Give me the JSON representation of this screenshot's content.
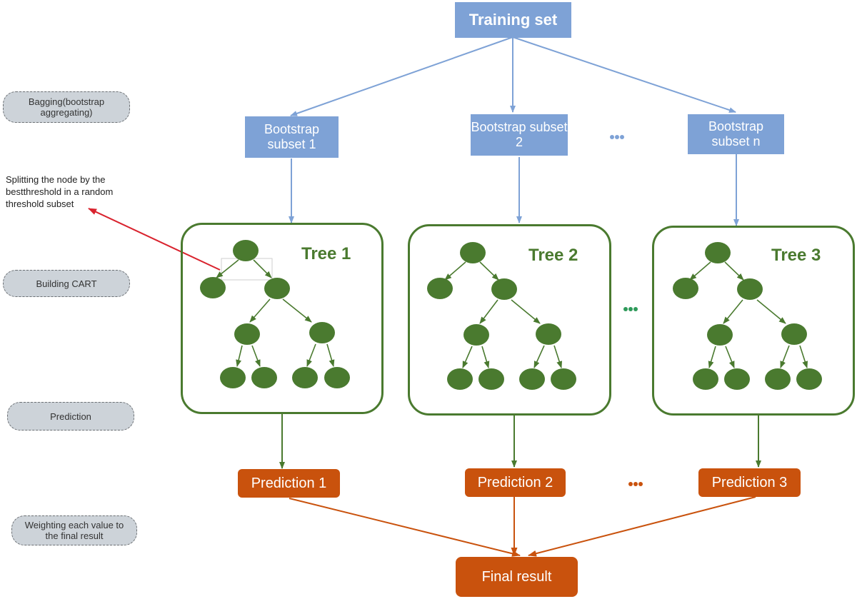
{
  "top": {
    "title": "Training set"
  },
  "side_labels": {
    "bagging": "Bagging(bootstrap aggregating)",
    "building": "Building CART",
    "prediction": "Prediction",
    "weighting": "Weighting each value to the final result"
  },
  "note": "Splitting the node by the bestthreshold in a random threshold subset",
  "subsets": {
    "s1": "Bootstrap subset 1",
    "s2": "Bootstrap subset 2",
    "s3": "Bootstrap subset n"
  },
  "trees": {
    "t1": "Tree 1",
    "t2": "Tree 2",
    "t3": "Tree 3"
  },
  "predictions": {
    "p1": "Prediction 1",
    "p2": "Prediction 2",
    "p3": "Prediction 3"
  },
  "final": "Final result",
  "colors": {
    "blue": "#7ea2d6",
    "green": "#4a7a2f",
    "orange": "#c9520d",
    "red": "#d9232e",
    "gray": "#cdd3d9"
  }
}
